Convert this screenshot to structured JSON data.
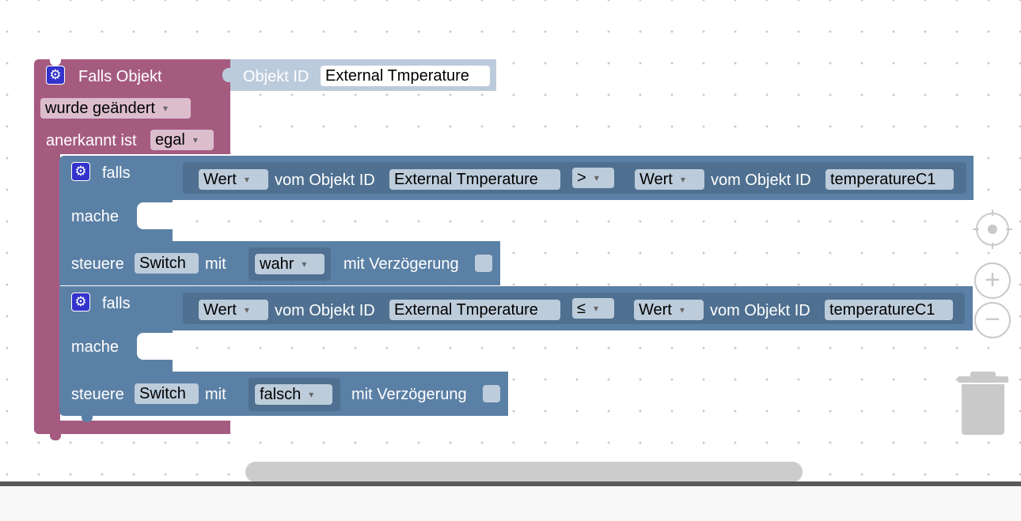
{
  "trigger": {
    "title": "Falls Objekt",
    "mode": "wurde geändert",
    "ack_label": "anerkannt ist",
    "ack_value": "egal",
    "objekt_label": "Objekt ID",
    "objekt_value": "External Tmperature"
  },
  "if_blocks": [
    {
      "falls_label": "falls",
      "left_prop": "Wert",
      "left_of": "vom Objekt ID",
      "left_id": "External Tmperature",
      "operator": ">",
      "right_prop": "Wert",
      "right_of": "vom Objekt ID",
      "right_id": "temperatureC1",
      "do_label": "mache",
      "action": {
        "label": "steuere",
        "target": "Switch",
        "with": "mit",
        "value": "wahr",
        "delay_label": "mit Verzögerung"
      }
    },
    {
      "falls_label": "falls",
      "left_prop": "Wert",
      "left_of": "vom Objekt ID",
      "left_id": "External Tmperature",
      "operator": "≤",
      "right_prop": "Wert",
      "right_of": "vom Objekt ID",
      "right_id": "temperatureC1",
      "do_label": "mache",
      "action": {
        "label": "steuere",
        "target": "Switch",
        "with": "mit",
        "value": "falsch",
        "delay_label": "mit Verzögerung"
      }
    }
  ],
  "icons": {
    "gear": "gear-icon",
    "center": "crosshair-icon",
    "zoom_in": "zoom-in-icon",
    "zoom_out": "zoom-out-icon",
    "trash": "trash-icon"
  },
  "colors": {
    "trigger_block": "#a55b80",
    "logic_block": "#5b80a5",
    "objekt_block": "#bccbdb"
  }
}
